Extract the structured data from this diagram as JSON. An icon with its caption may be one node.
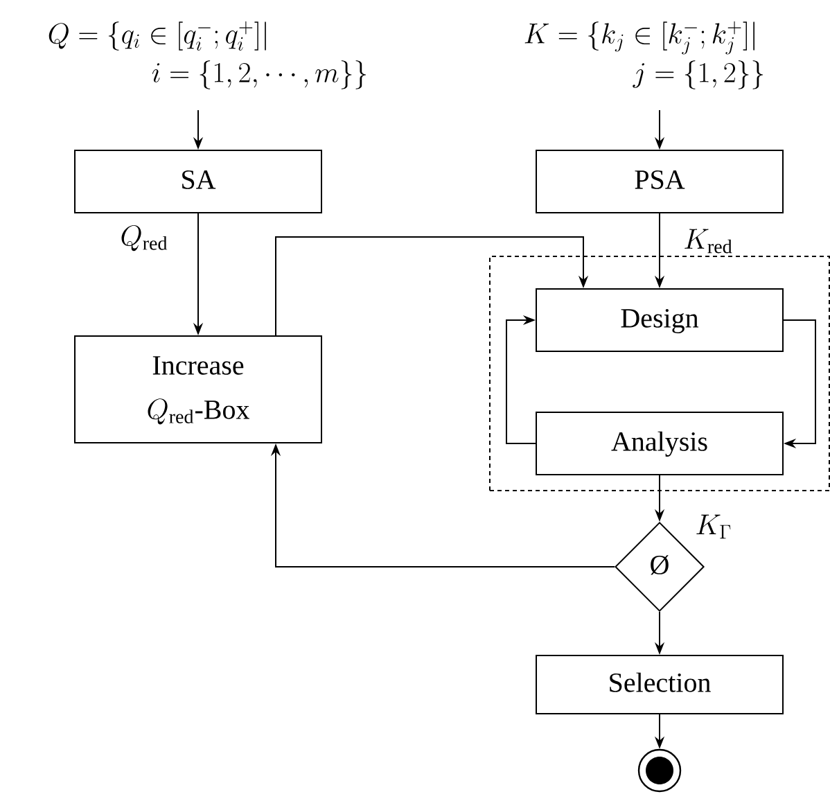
{
  "diagram": {
    "nodes": [
      {
        "text": [
          "Q = \\bigl\\{q_i \\in [q_i^-; q_i^+]\\bigr|",
          "i = \\{1, 2, \\cdots, m\\}\\bigr\\}"
        ]
      },
      {
        "text": [
          "K = \\bigl\\{k_j \\in [k_j^-; k_j^+]\\bigr|",
          "j = \\{1, 2\\}\\bigr\\}"
        ]
      },
      {
        "text": [
          "SA"
        ]
      },
      {
        "text": [
          "PSA"
        ]
      },
      {
        "text": [
          "Increase",
          "Q_{\\mathrm{red}}\\mbox{-Box}"
        ]
      },
      {
        "text": [],
        "shape": "box"
      },
      {
        "text": [
          "Design"
        ],
        "in": 5
      },
      {
        "text": [
          "Analysis"
        ],
        "in": 5
      },
      {
        "text": [
          "Ø"
        ]
      },
      {
        "text": [
          "Selection"
        ]
      },
      {
        "text": [],
        "shape": "circle"
      }
    ],
    "edges": [
      {
        "from": 0,
        "to": 2,
        "arrow": "to"
      },
      {
        "from": 1,
        "to": 3,
        "arrow": "to"
      },
      {
        "from": 2,
        "to": 4,
        "arrow": "to",
        "label": "Q_{\\mathrm{red}}"
      },
      {
        "from": 3,
        "to": 6,
        "arrow": "to",
        "label": "K_{\\mathrm{red}}"
      },
      {
        "from": 4,
        "to": 6,
        "arrow": "to"
      },
      {
        "from": 6,
        "to": 7,
        "arrow": "to"
      },
      {
        "from": 7,
        "to": 6,
        "arrow": "to"
      },
      {
        "from": 7,
        "to": 8,
        "arrow": "to",
        "label": "K_{\\Gamma}"
      },
      {
        "from": 8,
        "to": 4,
        "arrow": "to"
      },
      {
        "from": 8,
        "to": 9,
        "arrow": "to"
      },
      {
        "from": 9,
        "to": 10,
        "arrow": "to"
      }
    ]
  }
}
